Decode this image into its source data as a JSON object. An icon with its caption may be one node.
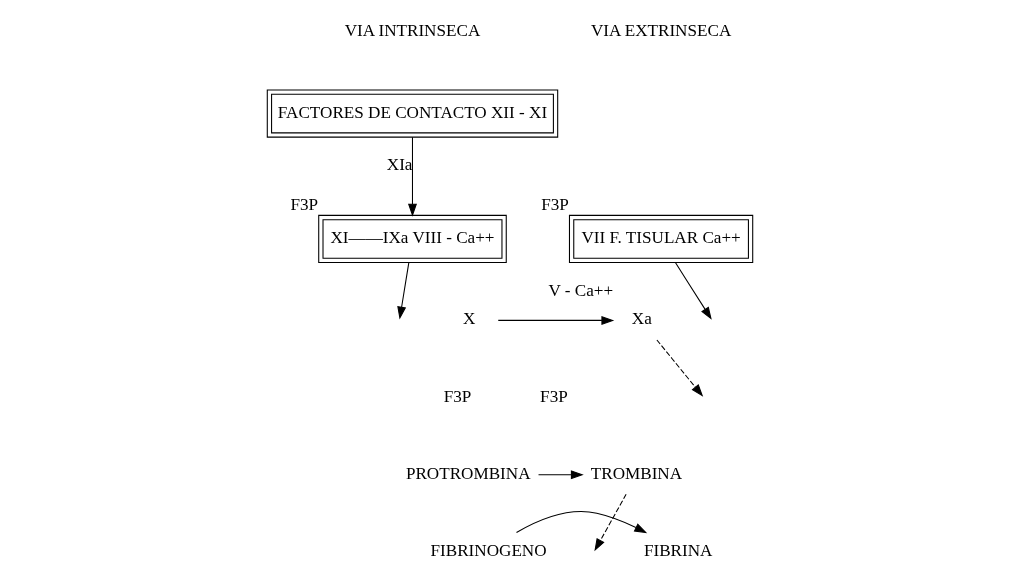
{
  "diagram": {
    "nodes": [
      {
        "text": [
          "FACTORES DE CONTACTO XII - XI"
        ]
      },
      {
        "text": [
          "XI——IXa VIII - Ca++"
        ],
        "beside": [
          "F3P"
        ]
      },
      {
        "text": [
          "VII F. TISULAR Ca++"
        ],
        "beside": [
          "F3P"
        ]
      },
      {
        "text": [
          "X"
        ]
      },
      {
        "text": [
          "Xa"
        ],
        "beside": [
          "V - Ca++"
        ]
      },
      {
        "text": [
          "PROTROMBINA"
        ]
      },
      {
        "text": [
          "TROMBINA"
        ]
      },
      {
        "text": [
          "FIBRINOGENO"
        ]
      },
      {
        "text": [
          "FIBRINA"
        ]
      }
    ],
    "edges": [
      {
        "from": 0,
        "to": 1,
        "arrow": "to",
        "label": "XIa"
      },
      {
        "from": 1,
        "to": null,
        "arrow": "to"
      },
      {
        "from": 2,
        "to": null,
        "arrow": "to"
      },
      {
        "from": 3,
        "to": 4,
        "arrow": "to"
      },
      {
        "from": 4,
        "to": null,
        "arrow": "to",
        "style": "dashed"
      },
      {
        "from": 5,
        "to": 6,
        "arrow": "to"
      },
      {
        "from": 6,
        "to": null,
        "arrow": "to",
        "style": "dashed"
      },
      {
        "from": 7,
        "to": 8,
        "arrow": "to"
      }
    ],
    "labels": [
      "VIA INTRINSECA",
      "VIA EXTRINSECA",
      "F3P",
      "F3P"
    ]
  }
}
